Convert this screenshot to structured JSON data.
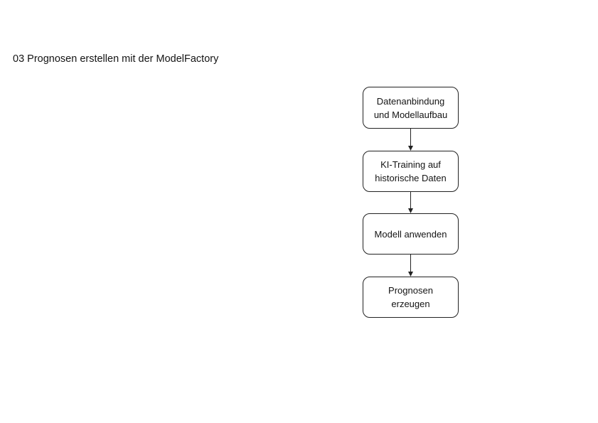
{
  "slide": {
    "title": "03 Prognosen erstellen mit der ModelFactory"
  },
  "flowchart": {
    "nodes": [
      {
        "label": "Datenanbindung und Modellaufbau",
        "lines": [
          "Datenanbindung",
          "und Modellaufbau"
        ]
      },
      {
        "label": "KI-Training auf historische Daten",
        "lines": [
          "KI-Training auf",
          "historische Daten"
        ]
      },
      {
        "label": "Modell anwenden",
        "lines": [
          "Modell anwenden"
        ]
      },
      {
        "label": "Prognosen erzeugen",
        "lines": [
          "Prognosen",
          "erzeugen"
        ]
      }
    ],
    "connections": [
      {
        "from": "Datenanbindung und Modellaufbau",
        "to": "KI-Training auf historische Daten"
      },
      {
        "from": "KI-Training auf historische Daten",
        "to": "Modell anwenden"
      },
      {
        "from": "Modell anwenden",
        "to": "Prognosen erzeugen"
      }
    ],
    "colors": {
      "canvas_background": "#ffffff",
      "node_fill": "#ffffff",
      "node_border": "#222222",
      "text": "#141414",
      "arrow": "#222222"
    }
  }
}
